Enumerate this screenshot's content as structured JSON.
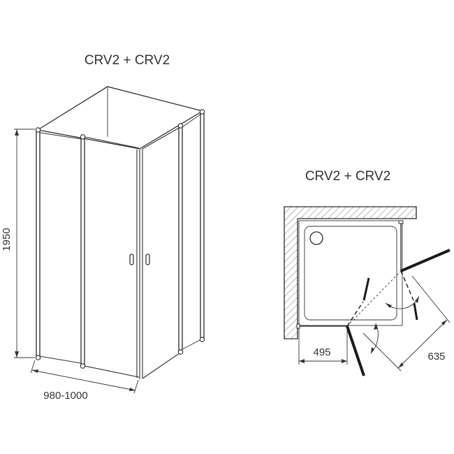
{
  "perspective_view": {
    "title": "CRV2 + CRV2",
    "height_label": "1950",
    "width_label": "980-1000"
  },
  "plan_view": {
    "title": "CRV2 + CRV2",
    "door_width_label": "495",
    "diagonal_label": "635"
  }
}
